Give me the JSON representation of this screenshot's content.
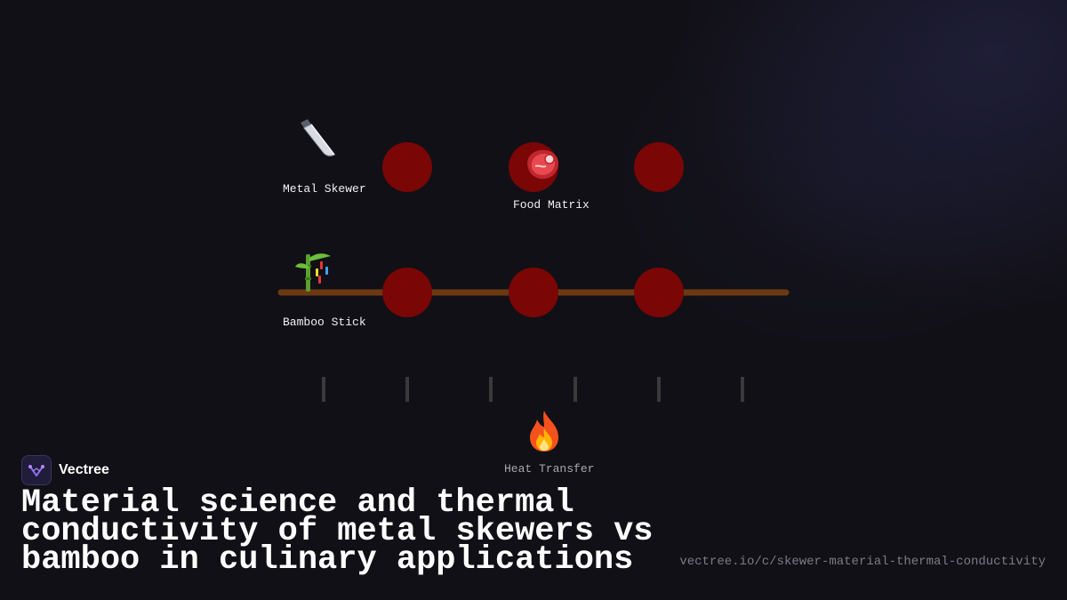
{
  "diagram": {
    "labels": {
      "metal_skewer": "Metal Skewer",
      "food_matrix": "Food Matrix",
      "bamboo_stick": "Bamboo Stick",
      "heat_transfer": "Heat Transfer"
    },
    "icons": {
      "metal_skewer": "knife-icon",
      "food_matrix": "meat-icon",
      "bamboo_stick": "bamboo-icon",
      "heat_transfer": "fire-icon"
    },
    "colors": {
      "food": "#7a0606",
      "bamboo_rod": "#6b3a12",
      "heat_bars": "#3a3a3c"
    }
  },
  "brand": {
    "name": "Vectree"
  },
  "title": "Material science and thermal conductivity of metal skewers vs bamboo in culinary applications",
  "url": "vectree.io/c/skewer-material-thermal-conductivity"
}
